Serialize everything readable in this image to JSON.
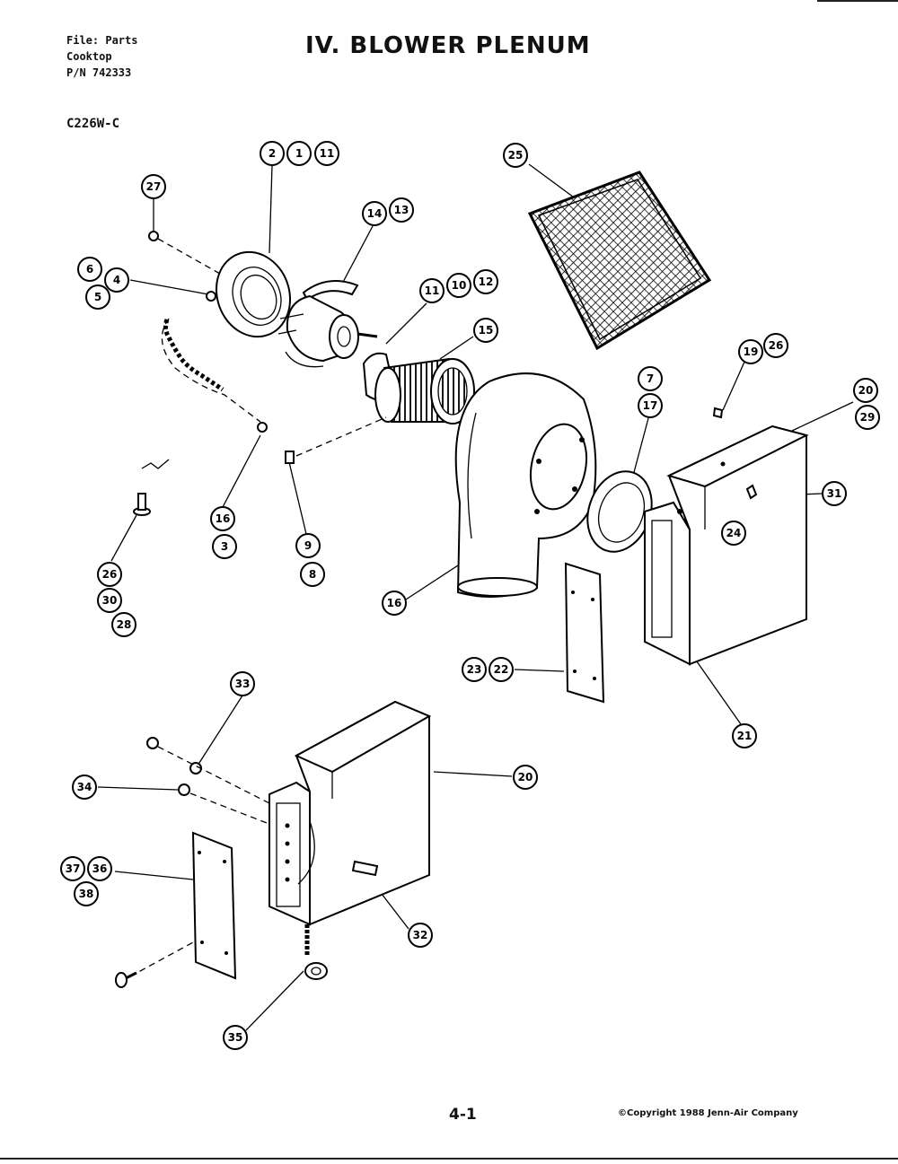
{
  "header": {
    "file_lines": [
      "File: Parts",
      "Cooktop",
      "P/N 742333"
    ],
    "title": "IV. BLOWER PLENUM",
    "model": "C226W-C"
  },
  "footer": {
    "page_number": "4-1",
    "copyright": "©Copyright 1988 Jenn-Air Company"
  },
  "callouts": [
    {
      "id": "c2",
      "label": "2"
    },
    {
      "id": "c1",
      "label": "1"
    },
    {
      "id": "c11a",
      "label": "11"
    },
    {
      "id": "c27",
      "label": "27"
    },
    {
      "id": "c6",
      "label": "6"
    },
    {
      "id": "c4",
      "label": "4"
    },
    {
      "id": "c5",
      "label": "5"
    },
    {
      "id": "c14",
      "label": "14"
    },
    {
      "id": "c13",
      "label": "13"
    },
    {
      "id": "c11b",
      "label": "11"
    },
    {
      "id": "c10",
      "label": "10"
    },
    {
      "id": "c12",
      "label": "12"
    },
    {
      "id": "c15",
      "label": "15"
    },
    {
      "id": "c25",
      "label": "25"
    },
    {
      "id": "c19",
      "label": "19"
    },
    {
      "id": "c26a",
      "label": "26"
    },
    {
      "id": "c7",
      "label": "7"
    },
    {
      "id": "c17",
      "label": "17"
    },
    {
      "id": "c20a",
      "label": "20"
    },
    {
      "id": "c29",
      "label": "29"
    },
    {
      "id": "c31",
      "label": "31"
    },
    {
      "id": "c24",
      "label": "24"
    },
    {
      "id": "c16a",
      "label": "16"
    },
    {
      "id": "c3",
      "label": "3"
    },
    {
      "id": "c9",
      "label": "9"
    },
    {
      "id": "c8",
      "label": "8"
    },
    {
      "id": "c26b",
      "label": "26"
    },
    {
      "id": "c30",
      "label": "30"
    },
    {
      "id": "c28",
      "label": "28"
    },
    {
      "id": "c16b",
      "label": "16"
    },
    {
      "id": "c23",
      "label": "23"
    },
    {
      "id": "c22",
      "label": "22"
    },
    {
      "id": "c21",
      "label": "21"
    },
    {
      "id": "c33",
      "label": "33"
    },
    {
      "id": "c34",
      "label": "34"
    },
    {
      "id": "c20b",
      "label": "20"
    },
    {
      "id": "c37",
      "label": "37"
    },
    {
      "id": "c36",
      "label": "36"
    },
    {
      "id": "c38",
      "label": "38"
    },
    {
      "id": "c32",
      "label": "32"
    },
    {
      "id": "c35",
      "label": "35"
    }
  ]
}
